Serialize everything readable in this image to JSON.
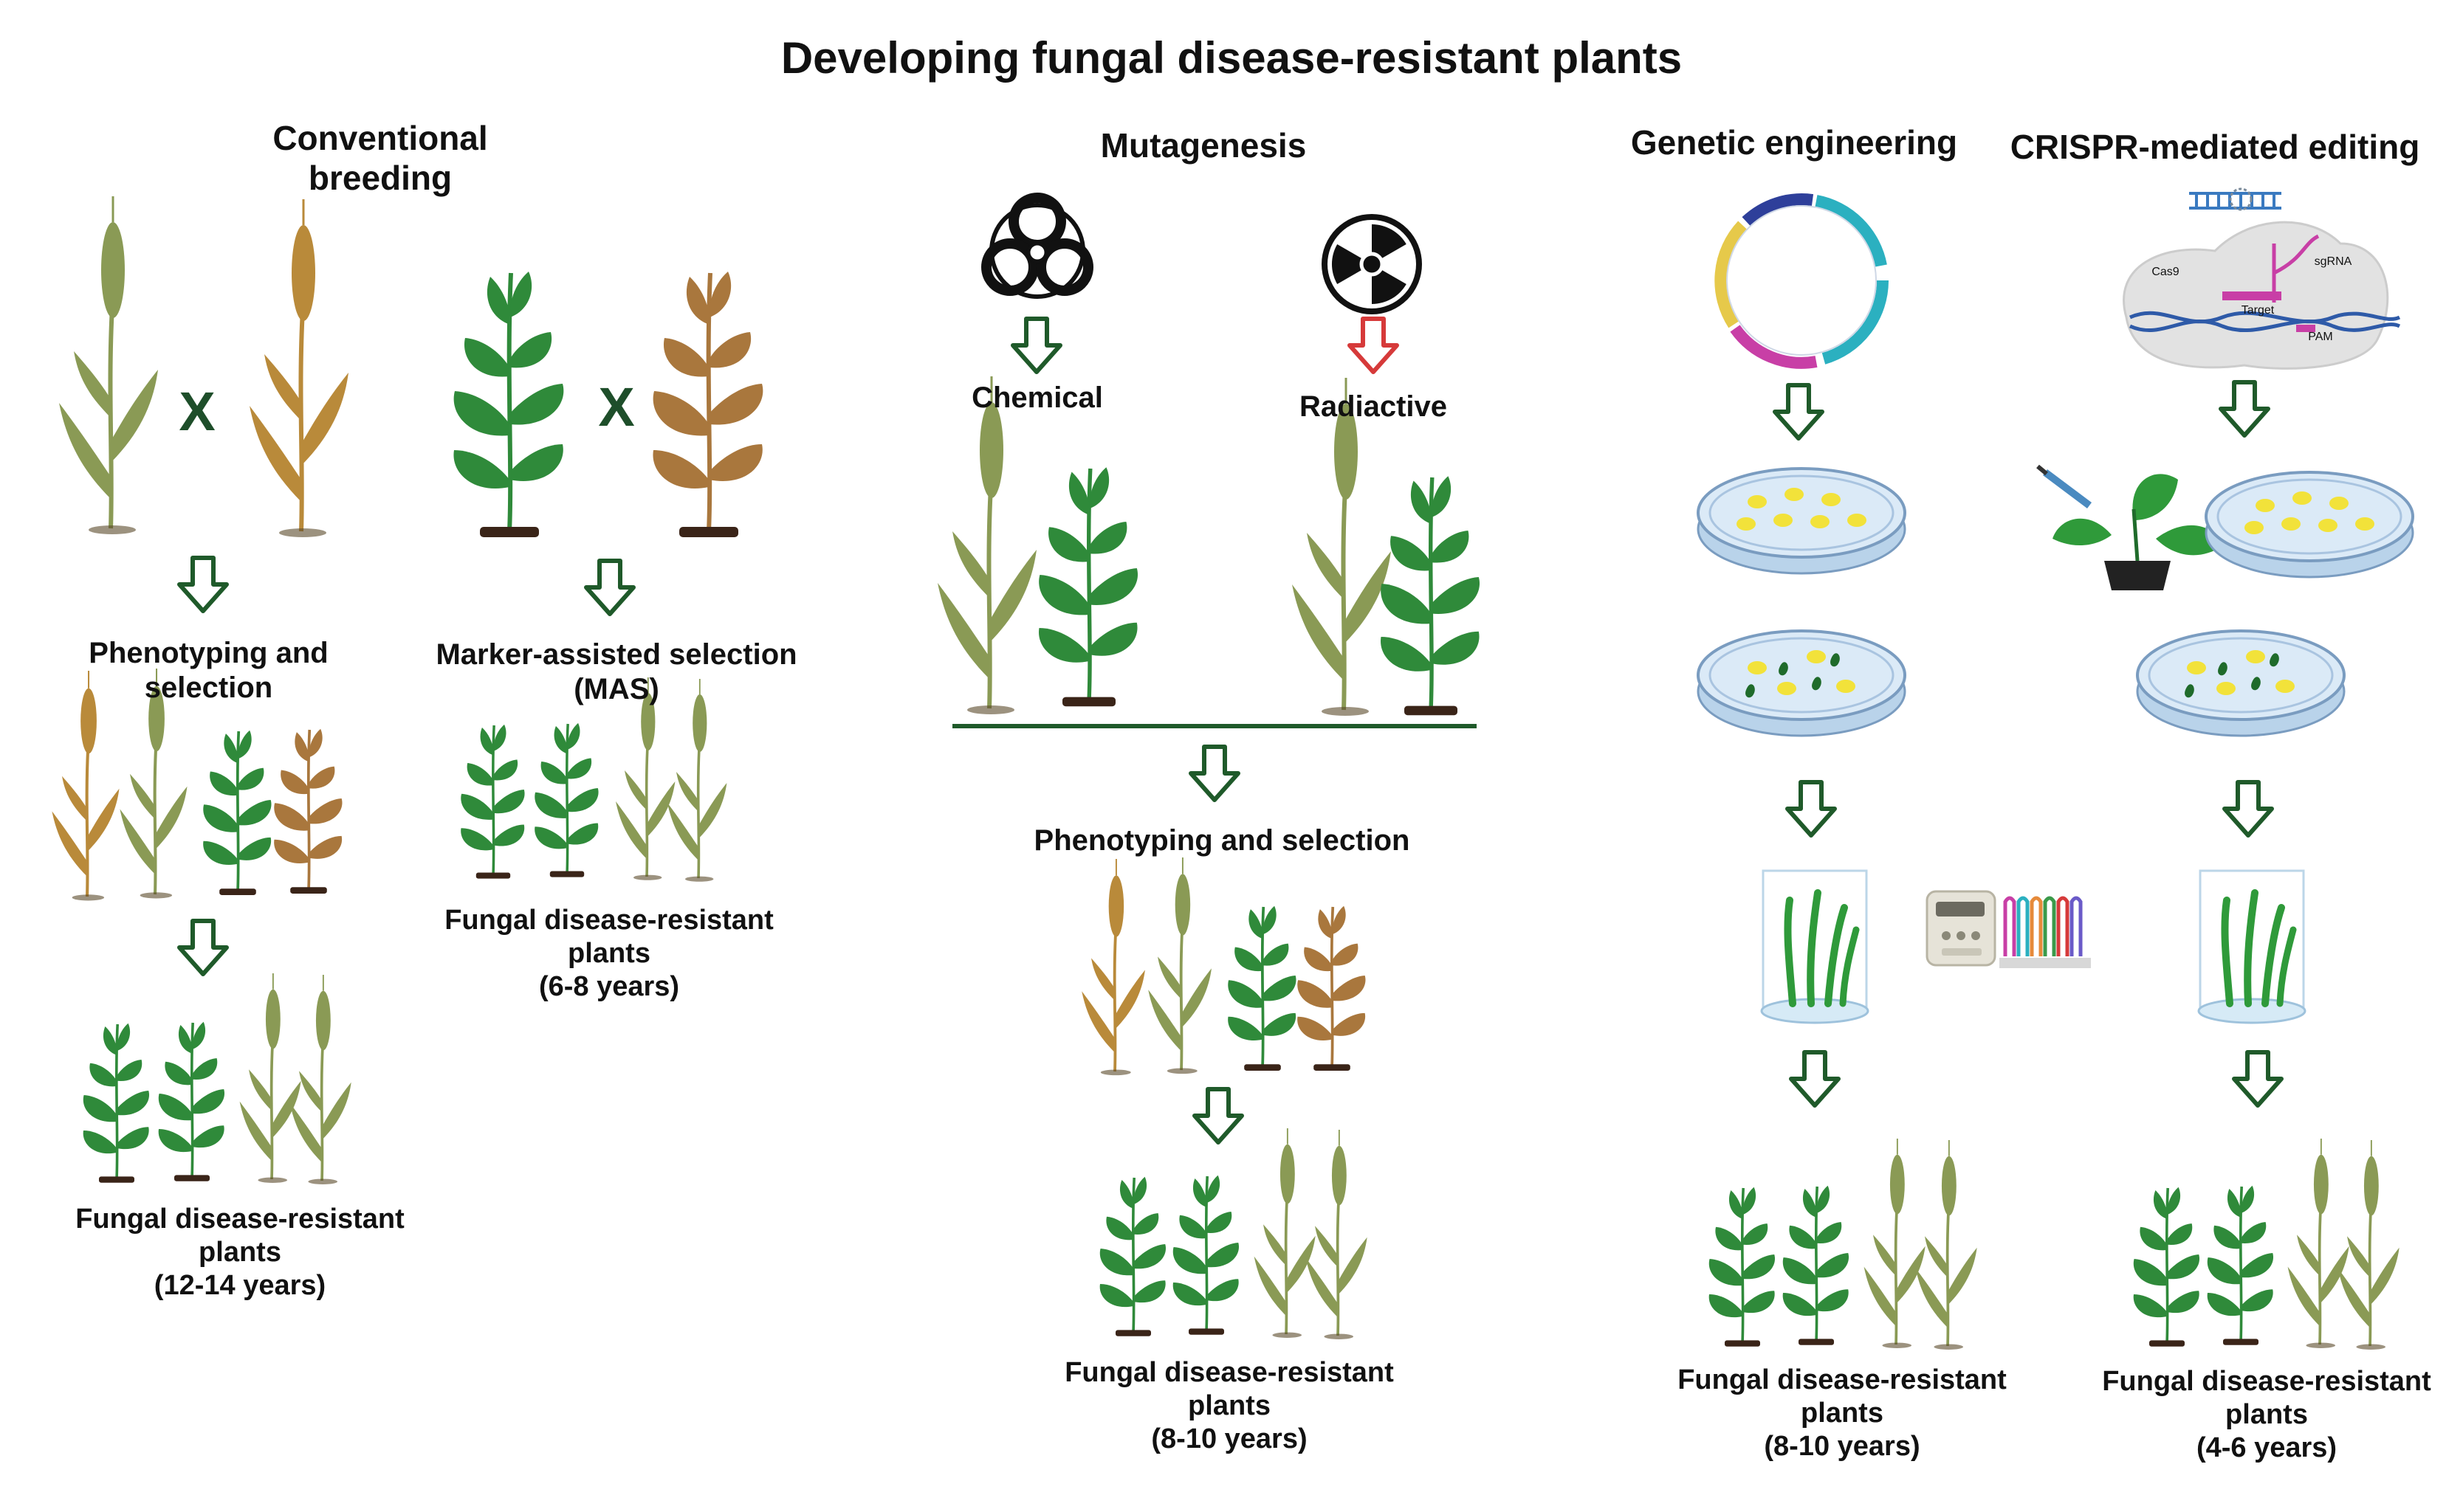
{
  "title": "Developing fungal disease-resistant plants",
  "colors": {
    "arrow_green": "#1f5a2a",
    "arrow_red": "#d63a3a",
    "leaf_green": "#2f8a3a",
    "leaf_dark": "#1f6b2b",
    "wheat_green": "#8a9a55",
    "wheat_gold": "#b98a3a",
    "dry_brown": "#a9773d",
    "soil": "#3a2418",
    "plasmid_colors": [
      "#e6c94a",
      "#c83fa6",
      "#2bb0c0",
      "#2e3f9a"
    ],
    "petri_fill": "#d6e8f6",
    "colony_yellow": "#f2e23a"
  },
  "sections": {
    "conventional": {
      "heading_line1": "Conventional",
      "heading_line2": "breeding",
      "cross_symbol_1": "X",
      "cross_symbol_2": "X",
      "step_left": "Phenotyping and selection",
      "step_right": "Marker-assisted selection (MAS)",
      "result_left": {
        "line1": "Fungal disease-resistant",
        "line2": "plants",
        "years": "(12-14 years)"
      },
      "result_right": {
        "line1": "Fungal disease-resistant",
        "line2": "plants",
        "years": "(6-8 years)"
      }
    },
    "mutagenesis": {
      "heading": "Mutagenesis",
      "chemical_label": "Chemical",
      "radiactive_label": "Radiactive",
      "step": "Phenotyping and selection",
      "result": {
        "line1": "Fungal disease-resistant",
        "line2": "plants",
        "years": "(8-10 years)"
      }
    },
    "genetic_engineering": {
      "heading": "Genetic engineering",
      "result": {
        "line1": "Fungal disease-resistant",
        "line2": "plants",
        "years": "(8-10 years)"
      }
    },
    "crispr": {
      "heading": "CRISPR-mediated editing",
      "diagram_labels": {
        "cas9": "Cas9",
        "sgrna": "sgRNA",
        "target": "Target",
        "pam": "PAM"
      },
      "result": {
        "line1": "Fungal disease-resistant",
        "line2": "plants",
        "years": "(4-6 years)"
      }
    }
  }
}
